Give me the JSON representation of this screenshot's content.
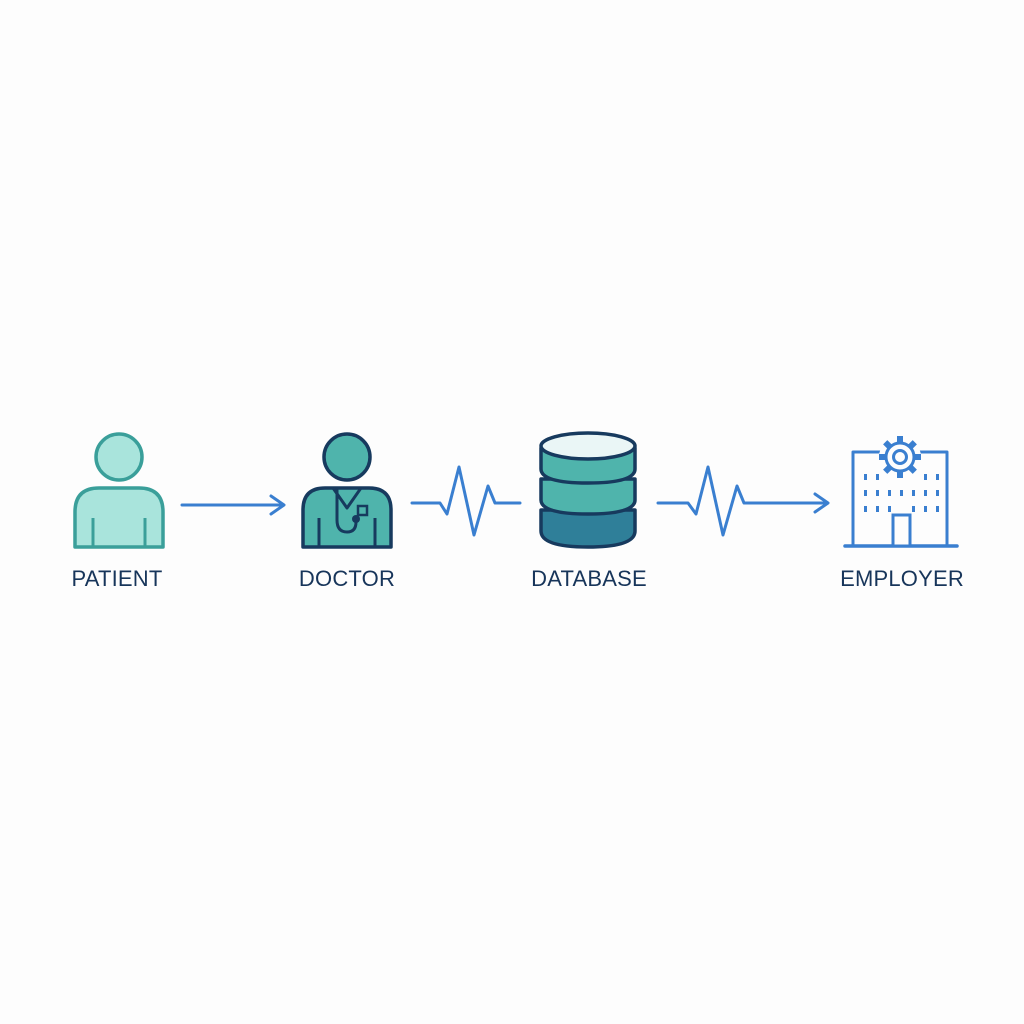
{
  "diagram": {
    "nodes": [
      {
        "id": "patient",
        "label": "PATIENT",
        "icon": "patient-icon"
      },
      {
        "id": "doctor",
        "label": "DOCTOR",
        "icon": "doctor-icon"
      },
      {
        "id": "database",
        "label": "DATABASE",
        "icon": "database-icon"
      },
      {
        "id": "employer",
        "label": "EMPLOYER",
        "icon": "employer-building-icon"
      }
    ],
    "edges": [
      {
        "from": "patient",
        "to": "doctor",
        "style": "arrow"
      },
      {
        "from": "doctor",
        "to": "database",
        "style": "heartbeat-line"
      },
      {
        "from": "database",
        "to": "employer",
        "style": "heartbeat-arrow"
      }
    ]
  },
  "colors": {
    "background": "#fdfdfd",
    "label_text": "#17355a",
    "outline_dark": "#173a5e",
    "teal_fill": "#4fb4ac",
    "teal_light_fill": "#a9e4dc",
    "teal_stroke": "#3a9f9a",
    "link_blue": "#3a7fd0",
    "database_dark_band": "#2f7f99"
  }
}
